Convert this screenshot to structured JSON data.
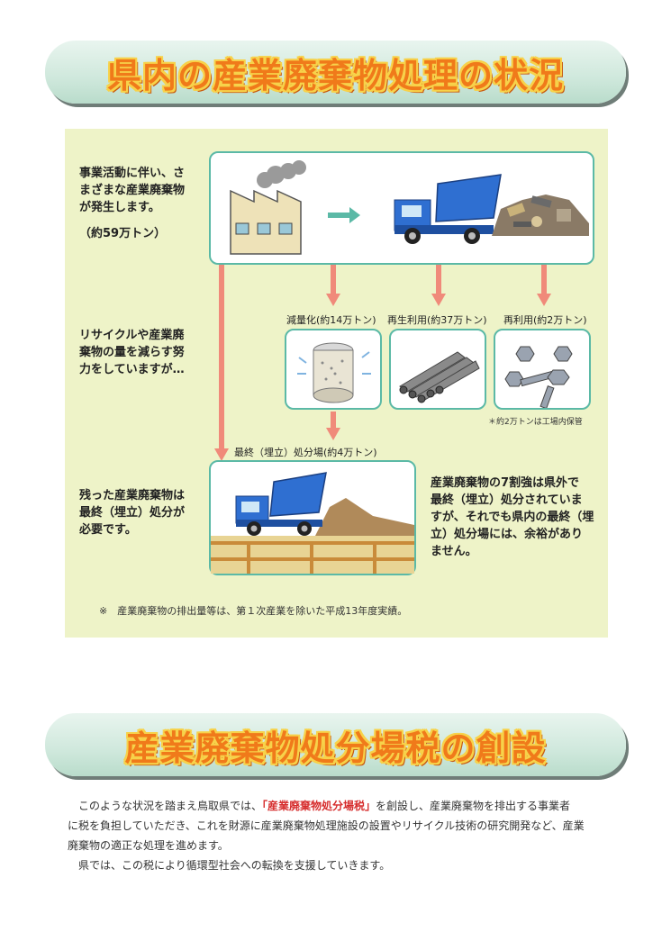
{
  "banner_top": "県内の産業廃棄物処理の状況",
  "banner_bottom": "産業廃棄物処分場税の創設",
  "flow": {
    "step1_text": [
      "事業活動に伴い、さ",
      "まざまな産業廃棄物",
      "が発生します。"
    ],
    "step1_amount": "（約59万トン）",
    "step2_text": [
      "リサイクルや産業廃",
      "棄物の量を減らす努",
      "力をしていますが…"
    ],
    "step3_text": [
      "残った産業廃棄物は",
      "最終（埋立）処分が",
      "必要です。"
    ],
    "label_reduce": "減量化(約14万トン)",
    "label_recycle": "再生利用(約37万トン)",
    "label_reuse": "再利用(約2万トン)",
    "note_reuse": "＊約2万トンは工場内保管",
    "label_landfill": "最終（埋立）処分場(約4万トン)",
    "right_text": [
      "産業廃棄物の7割強は県外で",
      "最終（埋立）処分されていま",
      "すが、それでも県内の最終（埋",
      "立）処分場には、余裕があり",
      "ません。"
    ]
  },
  "footnote": "※　産業廃棄物の排出量等は、第１次産業を除いた平成13年度実績。",
  "paragraph": {
    "line1_pre": "このような状況を踏まえ鳥取県では、",
    "tax_name": "「産業廃棄物処分場税」",
    "line1_post": "を創設し、産業廃棄物を排出する事業者",
    "line2": "に税を負担していただき、これを財源に産業廃棄物処理施設の設置やリサイクル技術の研究開発など、産業",
    "line3": "廃棄物の適正な処理を進めます。",
    "line4": "県では、この税により循環型社会への転換を支援していきます。"
  },
  "colors": {
    "accent_orange": "#f07a1a",
    "banner_green": "#cfe8dc",
    "panel_bg": "#eef3c8",
    "arrow": "#f08a7a",
    "box_border": "#5bb9a6",
    "truck_blue": "#2f6fd1"
  }
}
